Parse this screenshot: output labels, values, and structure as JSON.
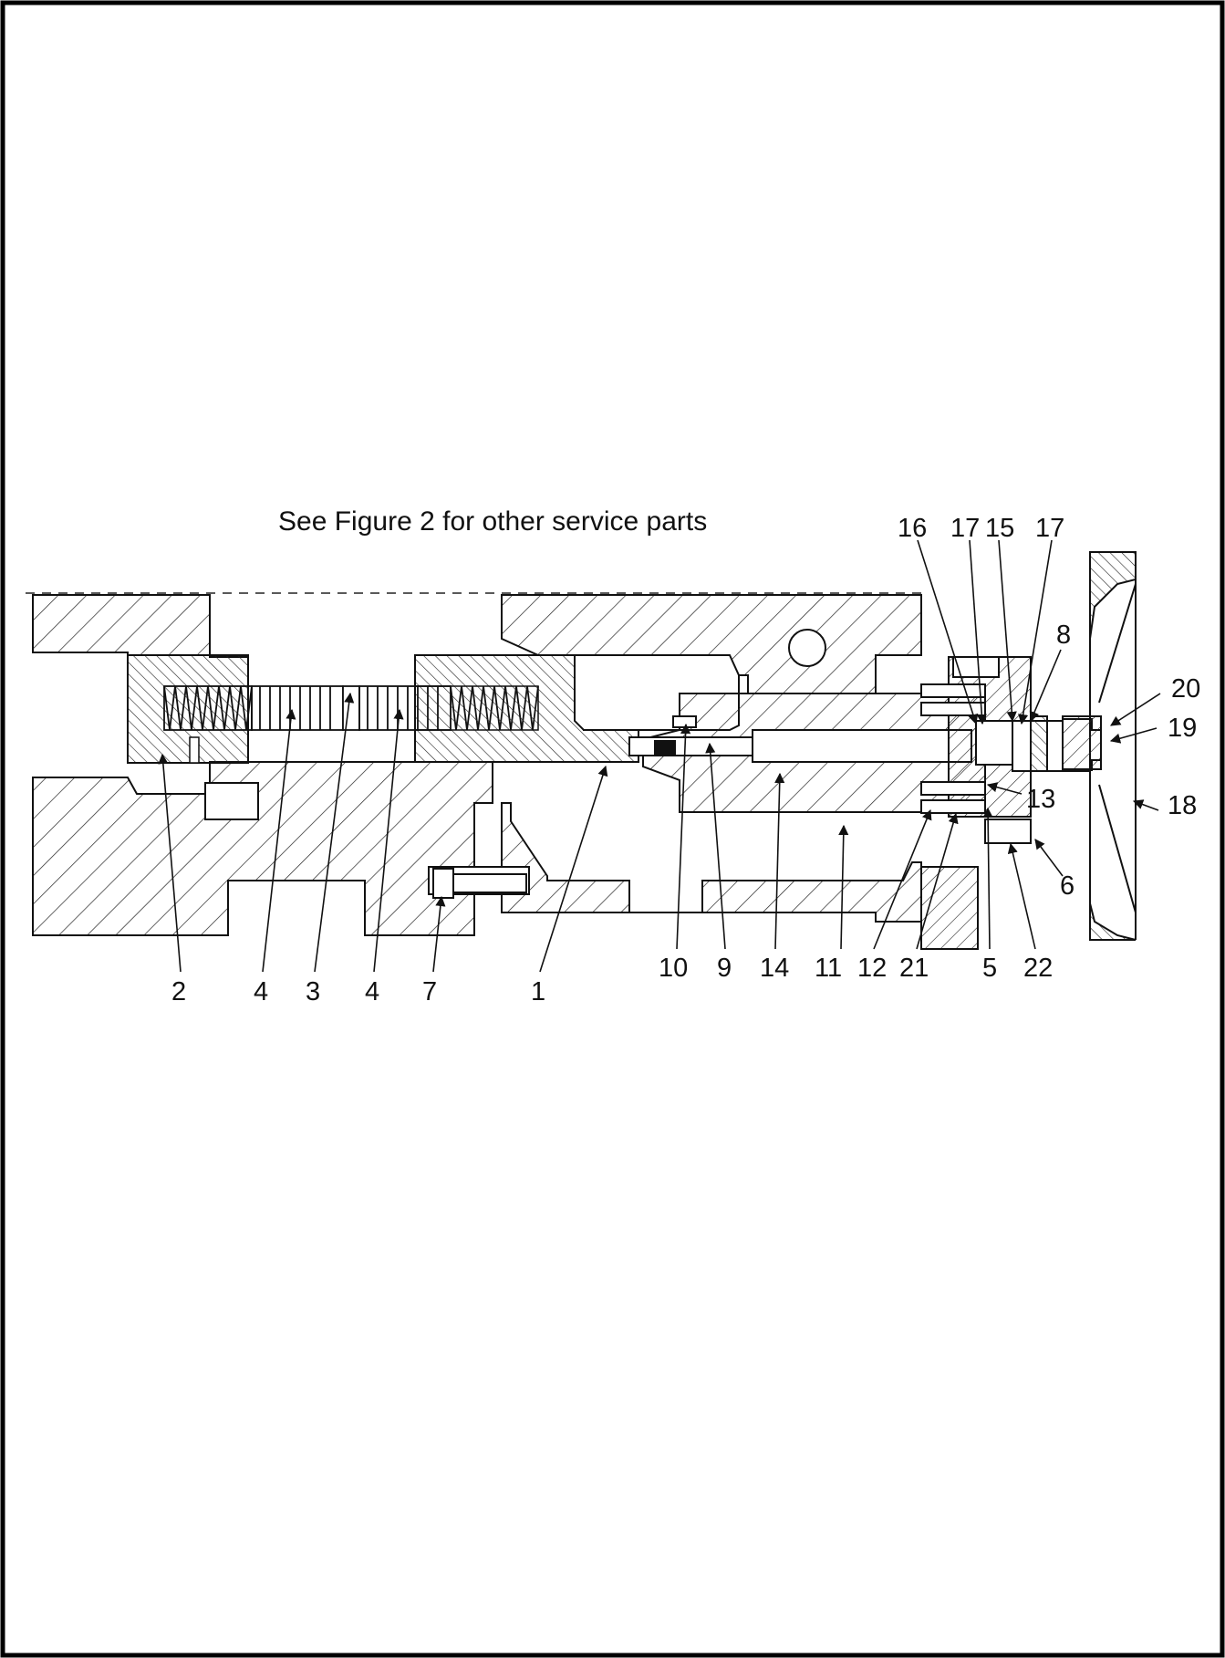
{
  "diagram": {
    "note": "See Figure 2 for other service parts",
    "callouts": {
      "c2": "2",
      "c4a": "4",
      "c3": "3",
      "c4b": "4",
      "c7": "7",
      "c1": "1",
      "c10": "10",
      "c9": "9",
      "c14": "14",
      "c11": "11",
      "c12": "12",
      "c21": "21",
      "c5": "5",
      "c22": "22",
      "c6": "6",
      "c18": "18",
      "c19": "19",
      "c20": "20",
      "c13": "13",
      "c8": "8",
      "c16": "16",
      "c17a": "17",
      "c15": "15",
      "c17b": "17"
    }
  }
}
